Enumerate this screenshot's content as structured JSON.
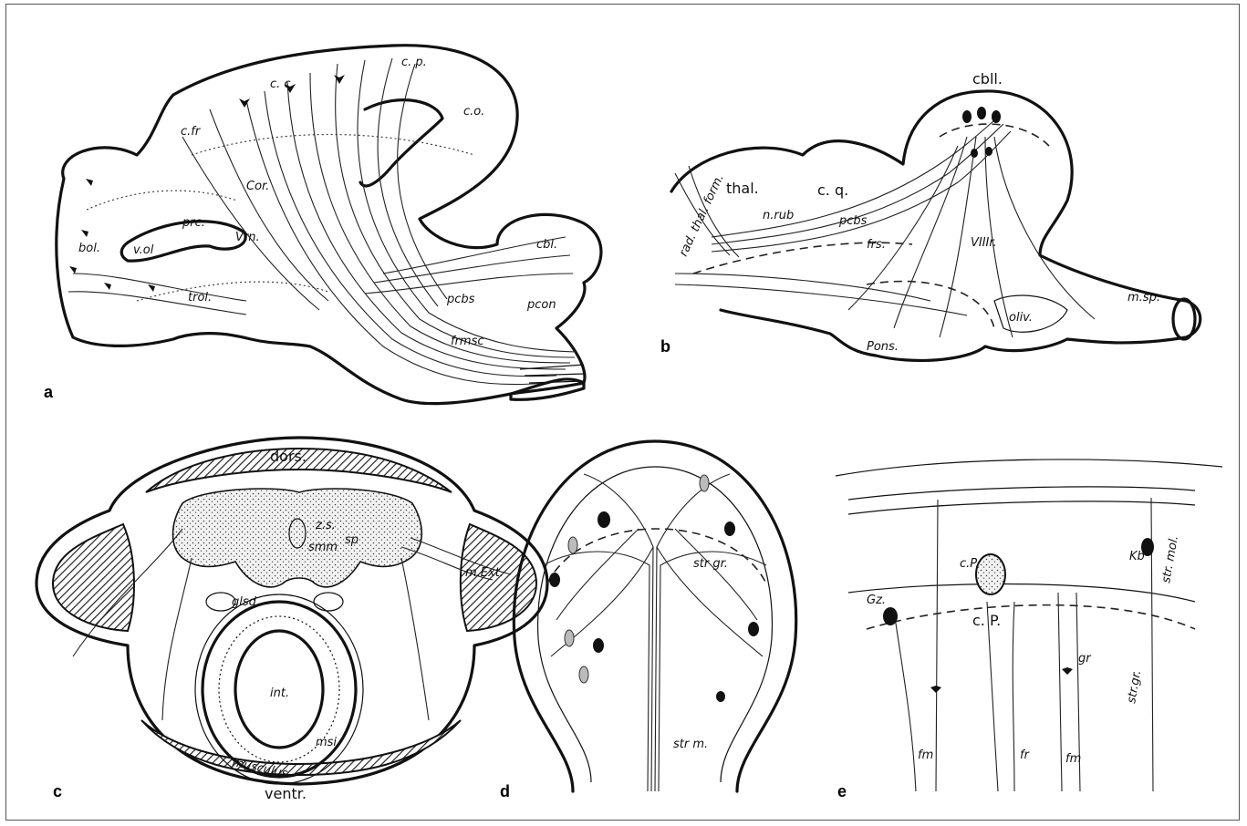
{
  "panels": [
    {
      "letter": "a",
      "labels": [
        "c. c.",
        "c. p.",
        "c.fr",
        "c.o.",
        "prc.",
        "bol.",
        "v.ol",
        "Cor.",
        "Vrn.",
        "trol.",
        "pcbs",
        "cbl.",
        "frmsc",
        "pcon"
      ]
    },
    {
      "letter": "b",
      "labels": [
        "cbll.",
        "thal.",
        "c. q.",
        "n.rub",
        "pcbs",
        "frs.",
        "VIIIr.",
        "m.sp.",
        "oliv.",
        "Pons.",
        "rad. thal. form."
      ]
    },
    {
      "letter": "c",
      "labels": [
        "dors.",
        "z.s.",
        "smm",
        "sp",
        "m.Ext.",
        "glsd",
        "int.",
        "msi",
        "ventr.",
        "musculus"
      ]
    },
    {
      "letter": "d",
      "labels": [
        "str m.",
        "str gr."
      ]
    },
    {
      "letter": "e",
      "labels": [
        "Gz.",
        "c.P.",
        "c. P.",
        "Kb",
        "str. mol.",
        "str.gr.",
        "fm",
        "fr",
        "gr"
      ]
    }
  ]
}
